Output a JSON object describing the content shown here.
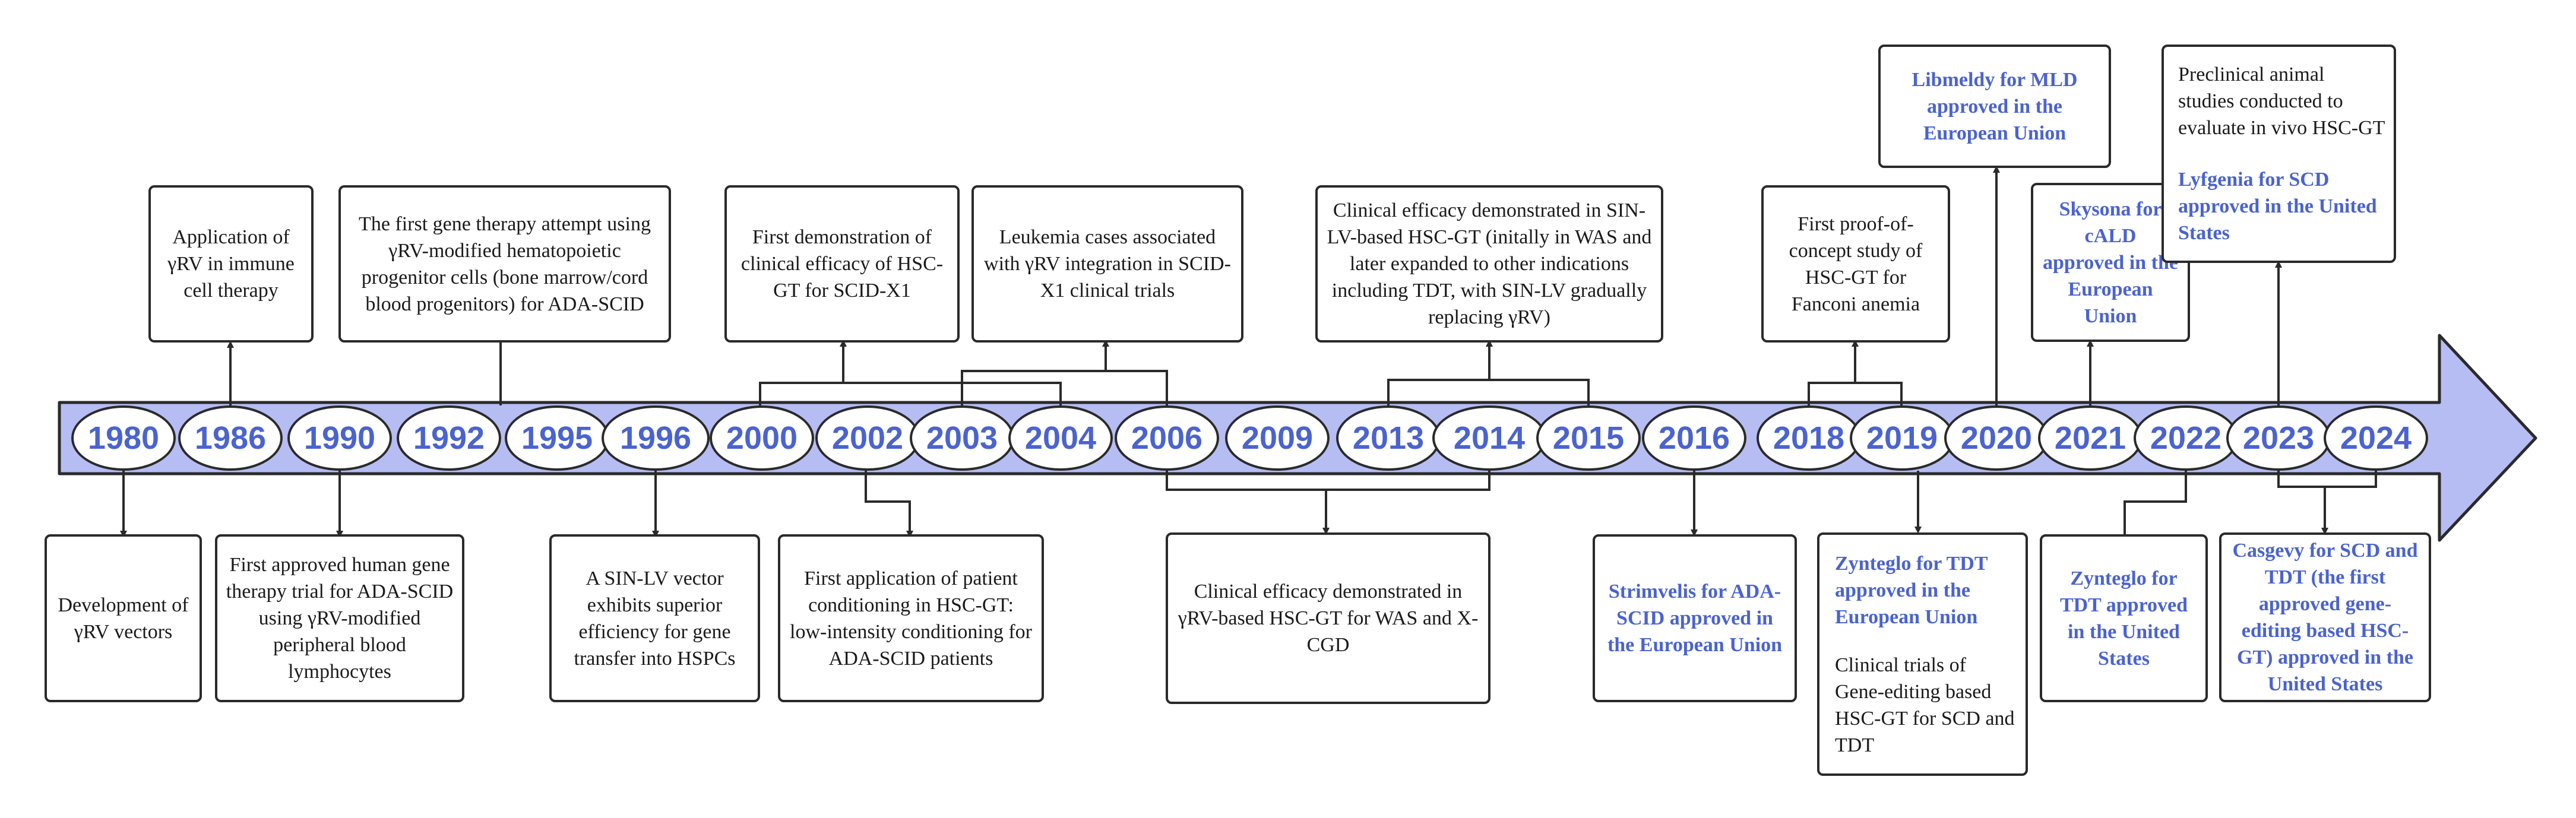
{
  "colors": {
    "accent": "#4a63cf",
    "arrow_fill": "#b6bdf3",
    "arrow_stroke": "#2a2a2a"
  },
  "years": [
    "1980",
    "1986",
    "1990",
    "1992",
    "1995",
    "1996",
    "2000",
    "2002",
    "2003",
    "2004",
    "2006",
    "2009",
    "2013",
    "2014",
    "2015",
    "2016",
    "2018",
    "2019",
    "2020",
    "2021",
    "2022",
    "2023",
    "2024"
  ],
  "events": {
    "e1986": "Application of γRV in immune cell therapy",
    "e1992": "The first gene therapy attempt using γRV-modified hematopoietic progenitor cells (bone marrow/cord blood progenitors) for ADA-SCID",
    "e2000_2004": "First demonstration of clinical efficacy of HSC-GT for SCID-X1",
    "e2003_2006": "Leukemia cases associated with γRV integration in SCID-X1 clinical trials",
    "e2013_2015": "Clinical efficacy demonstrated in SIN-LV-based HSC-GT (initally in WAS and later expanded to other indications including TDT, with SIN-LV gradually replacing γRV)",
    "e2018_2019": "First proof-of-concept study of HSC-GT for Fanconi anemia",
    "e2020": "Libmeldy for MLD approved in the European Union",
    "e2021": "Skysona for cALD approved in the European Union",
    "e2023_note": "Preclinical animal studies conducted to evaluate in vivo HSC-GT",
    "e2023_approval": "Lyfgenia for SCD approved in the United States",
    "e1980": "Development of γRV vectors",
    "e1990": "First approved human gene therapy trial for ADA-SCID using γRV-modified peripheral blood lymphocytes",
    "e1996": "A SIN-LV vector exhibits superior efficiency for gene transfer into HSPCs",
    "e2002": "First application of patient conditioning in HSC-GT: low-intensity conditioning for ADA-SCID patients",
    "e2006_2014": "Clinical efficacy demonstrated in γRV-based HSC-GT for WAS and X-CGD",
    "e2016": "Strimvelis for ADA-SCID approved in the European Union",
    "e2019_approval": "Zynteglo for TDT approved in the European Union",
    "e2019_note": "Clinical trials of Gene-editing based HSC-GT for SCD and TDT",
    "e2022": "Zynteglo for TDT approved in the United States",
    "e2023_2024": "Casgevy for SCD and TDT (the first approved gene-editing based HSC-GT) approved in the United States"
  }
}
